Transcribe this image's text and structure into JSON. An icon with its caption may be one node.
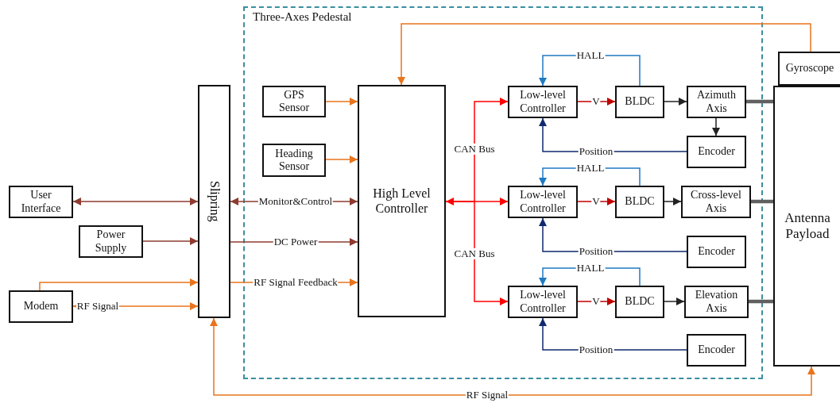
{
  "diagram": {
    "nodes": [
      {
        "text": [
          "Three-Axes Pedestal"
        ]
      },
      {
        "text": [
          "GPS Sensor"
        ],
        "in": 0
      },
      {
        "text": [
          "Heading Sensor"
        ],
        "in": 0
      },
      {
        "text": [
          "High Level Controller"
        ],
        "in": 0
      },
      {
        "text": [
          "Low-level Controller"
        ],
        "in": 0
      },
      {
        "text": [
          "BLDC"
        ],
        "in": 0
      },
      {
        "text": [
          "Azimuth Axis"
        ],
        "in": 0
      },
      {
        "text": [
          "Encoder"
        ],
        "in": 0
      },
      {
        "text": [
          "Low-level Controller"
        ],
        "in": 0
      },
      {
        "text": [
          "BLDC"
        ],
        "in": 0
      },
      {
        "text": [
          "Cross-level Axis"
        ],
        "in": 0
      },
      {
        "text": [
          "Encoder"
        ],
        "in": 0
      },
      {
        "text": [
          "Low-level Controller"
        ],
        "in": 0
      },
      {
        "text": [
          "BLDC"
        ],
        "in": 0
      },
      {
        "text": [
          "Elevation Axis"
        ],
        "in": 0
      },
      {
        "text": [
          "Encoder"
        ],
        "in": 0
      },
      {
        "text": [
          "User Interface"
        ]
      },
      {
        "text": [
          "Power Supply"
        ]
      },
      {
        "text": [
          "Modem"
        ]
      },
      {
        "text": [
          "Slipring"
        ]
      },
      {
        "text": [
          "Gyroscope"
        ]
      },
      {
        "text": [
          "Antenna Payload"
        ]
      }
    ],
    "edges": [
      {
        "from": 16,
        "to": 19,
        "arrow": "both",
        "color": "#8e3b2f"
      },
      {
        "from": 17,
        "to": 19,
        "arrow": "to",
        "color": "#8e3b2f"
      },
      {
        "from": 18,
        "to": 19,
        "arrow": "to",
        "color": "#e8741c"
      },
      {
        "from": 18,
        "to": 19,
        "arrow": "both",
        "label": "RF Signal",
        "color": "#e8741c"
      },
      {
        "from": 19,
        "to": 3,
        "arrow": "both",
        "label": "Monitor&Control",
        "color": "#8e3b2f"
      },
      {
        "from": 19,
        "to": 3,
        "arrow": "to",
        "label": "DC Power",
        "color": "#8e3b2f"
      },
      {
        "from": 19,
        "to": 3,
        "arrow": "to",
        "label": "RF Signal Feedback",
        "color": "#e8741c"
      },
      {
        "from": 1,
        "to": 3,
        "arrow": "to",
        "color": "#e8741c"
      },
      {
        "from": 2,
        "to": 3,
        "arrow": "to",
        "color": "#e8741c"
      },
      {
        "from": 20,
        "to": 3,
        "arrow": "to",
        "color": "#e8741c"
      },
      {
        "from": 3,
        "to": 4,
        "arrow": "to",
        "label": "CAN Bus",
        "color": "#ff0000"
      },
      {
        "from": 3,
        "to": 8,
        "arrow": "both",
        "color": "#ff0000"
      },
      {
        "from": 3,
        "to": 12,
        "arrow": "to",
        "label": "CAN Bus",
        "color": "#ff0000"
      },
      {
        "from": 4,
        "to": 5,
        "arrow": "to",
        "label": "V",
        "color": "#c00000"
      },
      {
        "from": 5,
        "to": 4,
        "arrow": "to",
        "label": "HALL",
        "color": "#1f7ac4"
      },
      {
        "from": 7,
        "to": 4,
        "arrow": "to",
        "label": "Position",
        "color": "#102a6e"
      },
      {
        "from": 5,
        "to": 6,
        "arrow": "to",
        "color": "#222222"
      },
      {
        "from": 6,
        "to": 21,
        "arrow": "none",
        "style": "thick",
        "color": "#606060"
      },
      {
        "from": 8,
        "to": 9,
        "arrow": "to",
        "label": "V",
        "color": "#c00000"
      },
      {
        "from": 9,
        "to": 8,
        "arrow": "to",
        "label": "HALL",
        "color": "#1f7ac4"
      },
      {
        "from": 11,
        "to": 8,
        "arrow": "to",
        "label": "Position",
        "color": "#102a6e"
      },
      {
        "from": 9,
        "to": 10,
        "arrow": "to",
        "color": "#222222"
      },
      {
        "from": 10,
        "to": 21,
        "arrow": "none",
        "style": "thick",
        "color": "#606060"
      },
      {
        "from": 12,
        "to": 13,
        "arrow": "to",
        "label": "V",
        "color": "#c00000"
      },
      {
        "from": 13,
        "to": 12,
        "arrow": "to",
        "label": "HALL",
        "color": "#1f7ac4"
      },
      {
        "from": 15,
        "to": 12,
        "arrow": "to",
        "label": "Position",
        "color": "#102a6e"
      },
      {
        "from": 13,
        "to": 14,
        "arrow": "to",
        "color": "#222222"
      },
      {
        "from": 14,
        "to": 21,
        "arrow": "none",
        "style": "thick",
        "color": "#606060"
      },
      {
        "from": 6,
        "to": 7,
        "arrow": "to",
        "color": "#222222"
      },
      {
        "from": 19,
        "to": 21,
        "arrow": "both",
        "label": "RF Signal",
        "color": "#e8741c"
      }
    ]
  }
}
